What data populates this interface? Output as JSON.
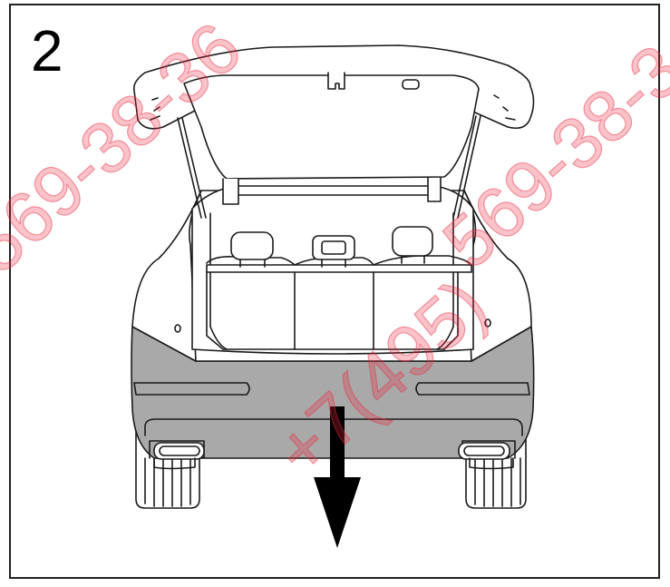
{
  "figure": {
    "step_number": "2",
    "watermark_left": "569-38-36",
    "watermark_center": "+7(495)",
    "watermark_right": "569-38-3"
  },
  "colors": {
    "outline": "#1a1a1a",
    "bumper_fill": "#a9a9a9",
    "arrow": "#000000",
    "watermark": "#eb283c"
  },
  "icons": {
    "arrow": "arrow-down-icon"
  }
}
